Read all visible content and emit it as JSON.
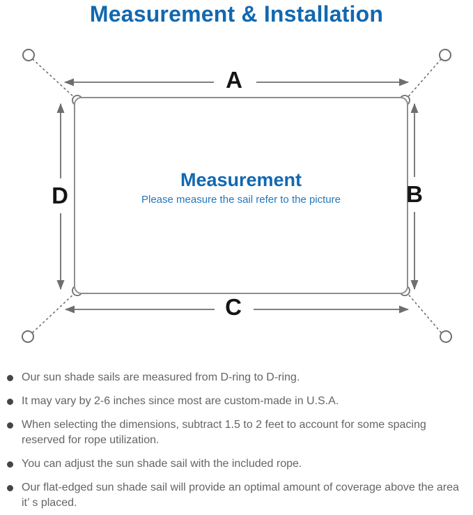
{
  "title": "Measurement & Installation",
  "diagram": {
    "side_labels": {
      "top": "A",
      "right": "B",
      "bottom": "C",
      "left": "D"
    },
    "center": {
      "heading": "Measurement",
      "subheading": "Please measure the sail refer to the picture"
    }
  },
  "notes": [
    "Our sun shade sails are measured from D-ring to D-ring.",
    "It may vary by 2-6 inches since most are custom-made in U.S.A.",
    "When selecting the dimensions, subtract 1.5 to 2 feet to account for some spacing reserved for rope utilization.",
    "You can adjust the sun shade sail with the included rope.",
    "Our flat-edged sun shade sail will provide an optimal amount of coverage above the area it’ s placed."
  ],
  "colors": {
    "title_blue": "#1268b0",
    "heading_blue": "#1268b0",
    "subtitle_blue": "#2277bd",
    "line_gray": "#6e6e6e",
    "border_gray": "#8e8e8e",
    "label_black": "#151515",
    "text_gray": "#646464",
    "bullet_gray": "#454545"
  }
}
